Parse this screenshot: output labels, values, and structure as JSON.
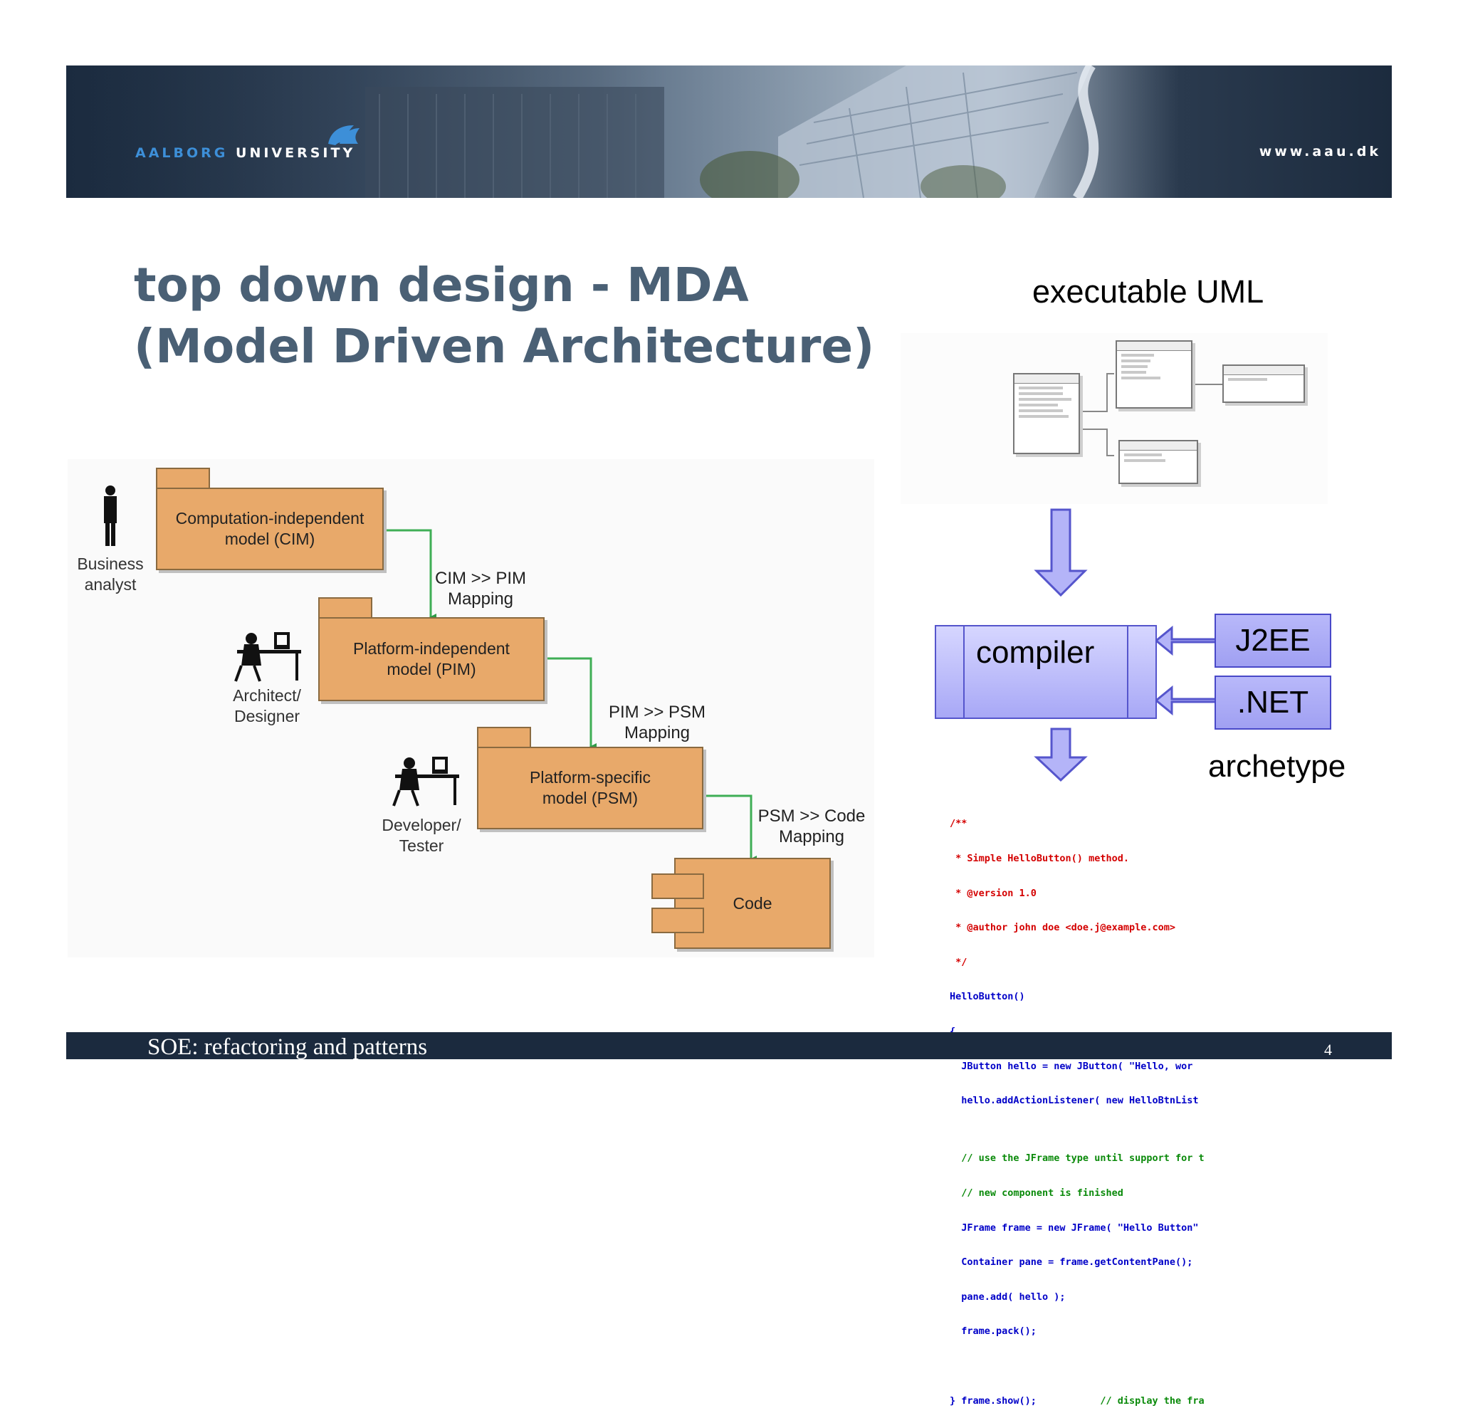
{
  "header": {
    "logo_word1": "AALBORG",
    "logo_word2": "UNIVERSITY",
    "url": "www.aau.dk"
  },
  "title": {
    "line1": "top down design - MDA",
    "line2": "(Model Driven Architecture)"
  },
  "mda_diagram": {
    "packages": [
      {
        "label": "Computation-independent\nmodel (CIM)"
      },
      {
        "label": "Platform-independent\nmodel (PIM)"
      },
      {
        "label": "Platform-specific\nmodel (PSM)"
      }
    ],
    "code_component": "Code",
    "roles": [
      "Business\nanalyst",
      "Architect/\nDesigner",
      "Developer/\nTester"
    ],
    "mappings": [
      "CIM >> PIM\nMapping",
      "PIM >> PSM\nMapping",
      "PSM >> Code\nMapping"
    ]
  },
  "flow": {
    "executable_uml_label": "executable UML",
    "compiler_label": "compiler",
    "archetypes": [
      "J2EE",
      ".NET"
    ],
    "archetype_label": "archetype"
  },
  "code_sample": {
    "lines": [
      {
        "text": "/**",
        "color": "red"
      },
      {
        "text": " * Simple HelloButton() method.",
        "color": "red"
      },
      {
        "text": " * @version 1.0",
        "color": "red"
      },
      {
        "text": " * @author john doe <doe.j@example.com>",
        "color": "red"
      },
      {
        "text": " */",
        "color": "red"
      },
      {
        "text": "HelloButton()",
        "color": "blue"
      },
      {
        "text": "{",
        "color": "blue"
      },
      {
        "text": "  JButton hello = new JButton( \"Hello, wor",
        "color": "blue"
      },
      {
        "text": "  hello.addActionListener( new HelloBtnList",
        "color": "blue"
      },
      {
        "text": "",
        "color": "blue"
      },
      {
        "text": "  // use the JFrame type until support for t",
        "color": "green"
      },
      {
        "text": "  // new component is finished",
        "color": "green"
      },
      {
        "text": "  JFrame frame = new JFrame( \"Hello Button\"",
        "color": "blue"
      },
      {
        "text": "  Container pane = frame.getContentPane();",
        "color": "blue"
      },
      {
        "text": "  pane.add( hello );",
        "color": "blue"
      },
      {
        "text": "  frame.pack();",
        "color": "blue"
      },
      {
        "text": "",
        "color": "blue"
      },
      {
        "text": "} frame.show();",
        "color": "blue",
        "comment": "           // display the fra"
      }
    ]
  },
  "footer": {
    "course": "SOE: refactoring and patterns",
    "page_number": "4"
  },
  "colors": {
    "banner_dark": "#1b2b3f",
    "title_color": "#4a6075",
    "package_fill": "#e8a96a",
    "mapping_arrow": "#3fae55",
    "flow_arrow": "#a8a8f6",
    "footer_bar": "#1b2a3e"
  }
}
